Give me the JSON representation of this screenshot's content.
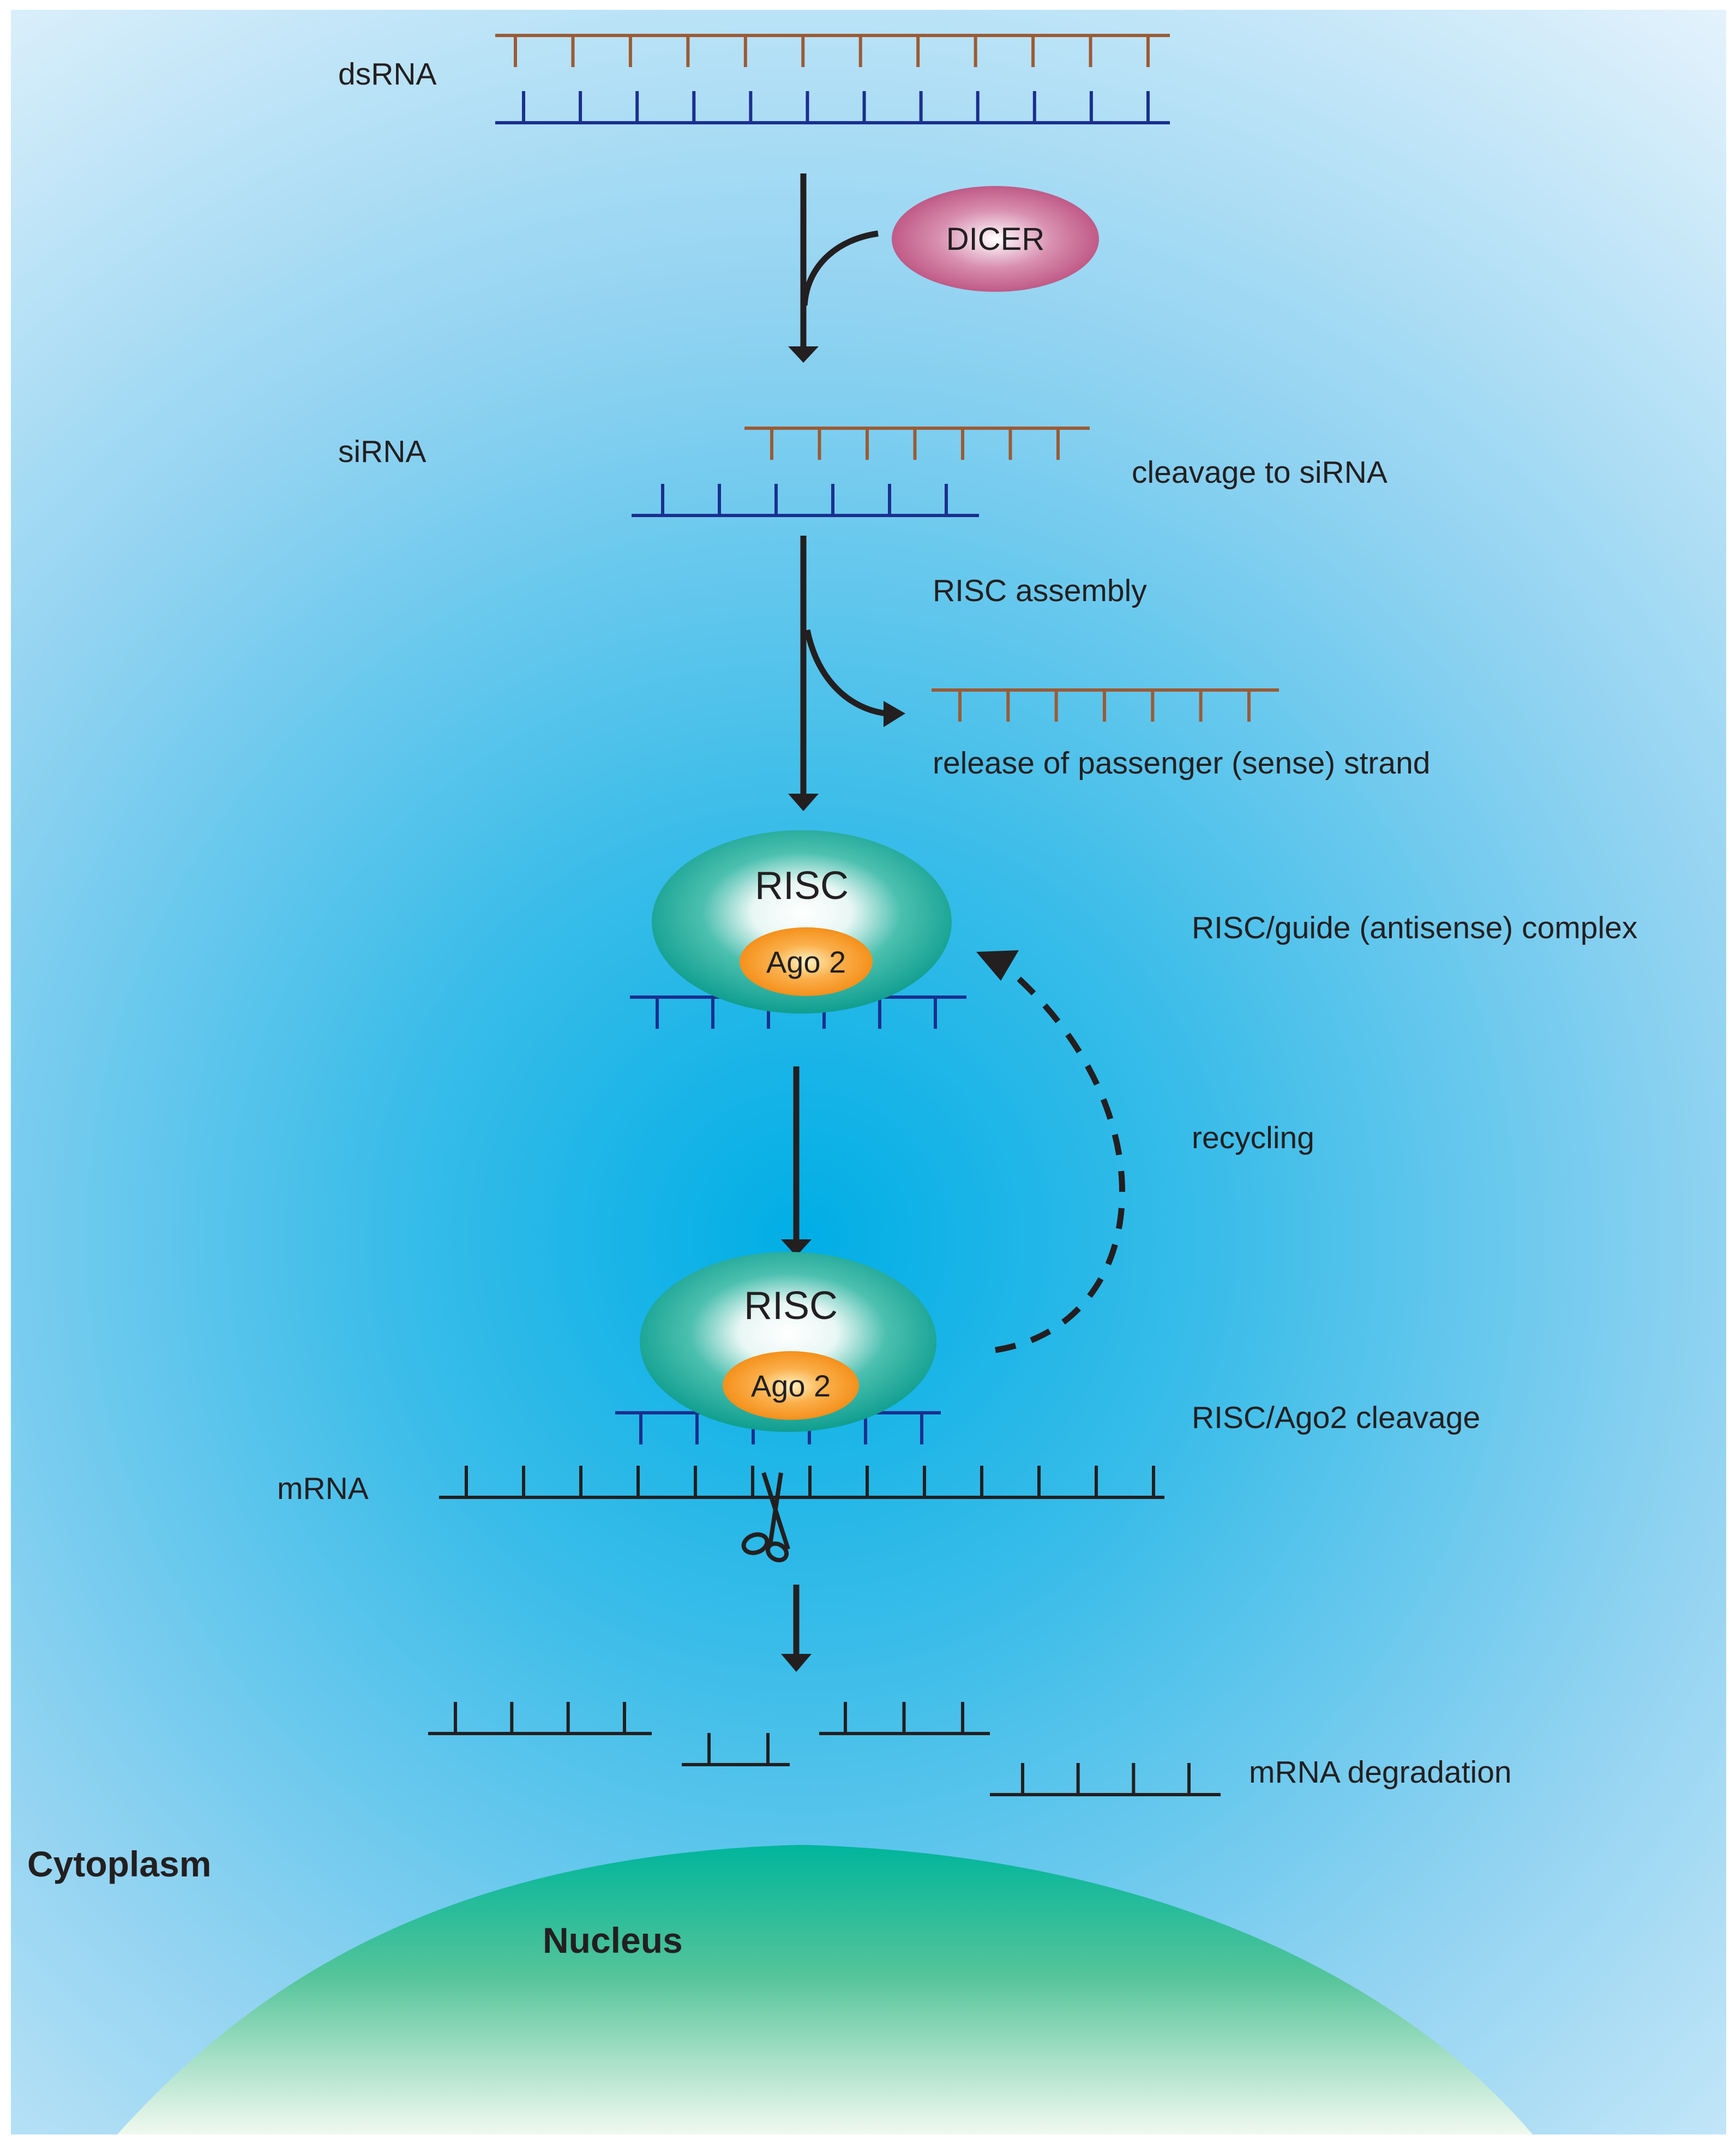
{
  "labels": {
    "dsrna": "dsRNA",
    "dicer": "DICER",
    "sirna": "siRNA",
    "cleavage_to_sirna": "cleavage to siRNA",
    "risc_assembly": "RISC assembly",
    "release_passenger": "release of passenger (sense) strand",
    "risc_top": "RISC",
    "ago2_top": "Ago 2",
    "risc_guide_complex": "RISC/guide (antisense) complex",
    "recycling": "recycling",
    "risc_bottom": "RISC",
    "ago2_bottom": "Ago 2",
    "risc_ago2_cleavage": "RISC/Ago2 cleavage",
    "mrna": "mRNA",
    "mrna_degradation": "mRNA degradation",
    "cytoplasm": "Cytoplasm",
    "nucleus": "Nucleus"
  },
  "colors": {
    "sense_strand": "#9b5b36",
    "antisense_strand": "#1b2f8f",
    "mrna_strand": "#231f20",
    "arrow": "#231f20",
    "dicer": "#c2648e",
    "risc": "#1aa89a",
    "ago2": "#f7941d",
    "cytoplasm_center": "#00aee6",
    "cytoplasm_edge": "#dcefff",
    "nucleus_top": "#00b59b",
    "nucleus_bottom": "#eef8ee"
  },
  "strands": {
    "dsrna_sense_teeth": 12,
    "dsrna_antisense_teeth": 12,
    "sirna_sense_teeth": 7,
    "sirna_antisense_teeth": 6,
    "passenger_teeth": 7,
    "guide_teeth": 6,
    "mrna_teeth": 13,
    "fragment_teeth": [
      4,
      2,
      3,
      4
    ]
  }
}
